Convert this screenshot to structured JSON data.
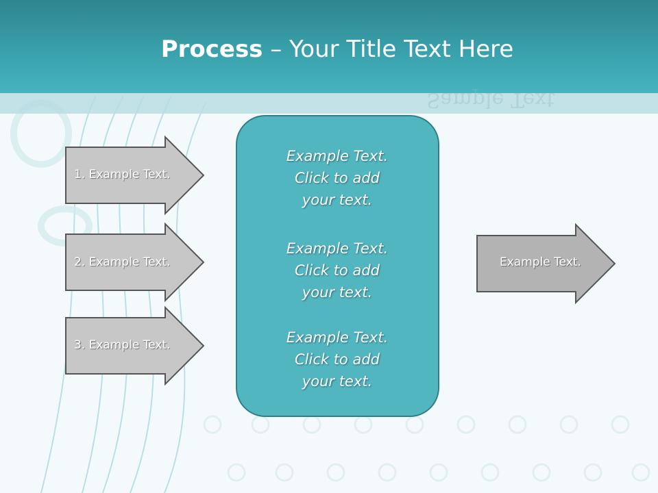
{
  "header": {
    "title_bold": "Process",
    "title_rest": " – Your Title Text Here"
  },
  "background": {
    "mirrored_text": "Sample Text"
  },
  "inputs": [
    {
      "label": "1. Example Text."
    },
    {
      "label": "2. Example Text."
    },
    {
      "label": "3. Example Text."
    }
  ],
  "center_box": {
    "blocks": [
      {
        "lines": [
          "Example Text.",
          "Click  to add",
          "your text."
        ]
      },
      {
        "lines": [
          "Example Text.",
          "Click  to add",
          "your text."
        ]
      },
      {
        "lines": [
          "Example Text.",
          "Click  to add",
          "your text."
        ]
      }
    ]
  },
  "output": {
    "label": "Example Text."
  },
  "colors": {
    "header": "#3aa3ae",
    "arrow_fill": "#c7c7c7",
    "arrow_fill_output": "#b3b3b3",
    "arrow_stroke": "#555555",
    "box_fill": "#52b6c1",
    "box_stroke": "#2e7f88"
  }
}
